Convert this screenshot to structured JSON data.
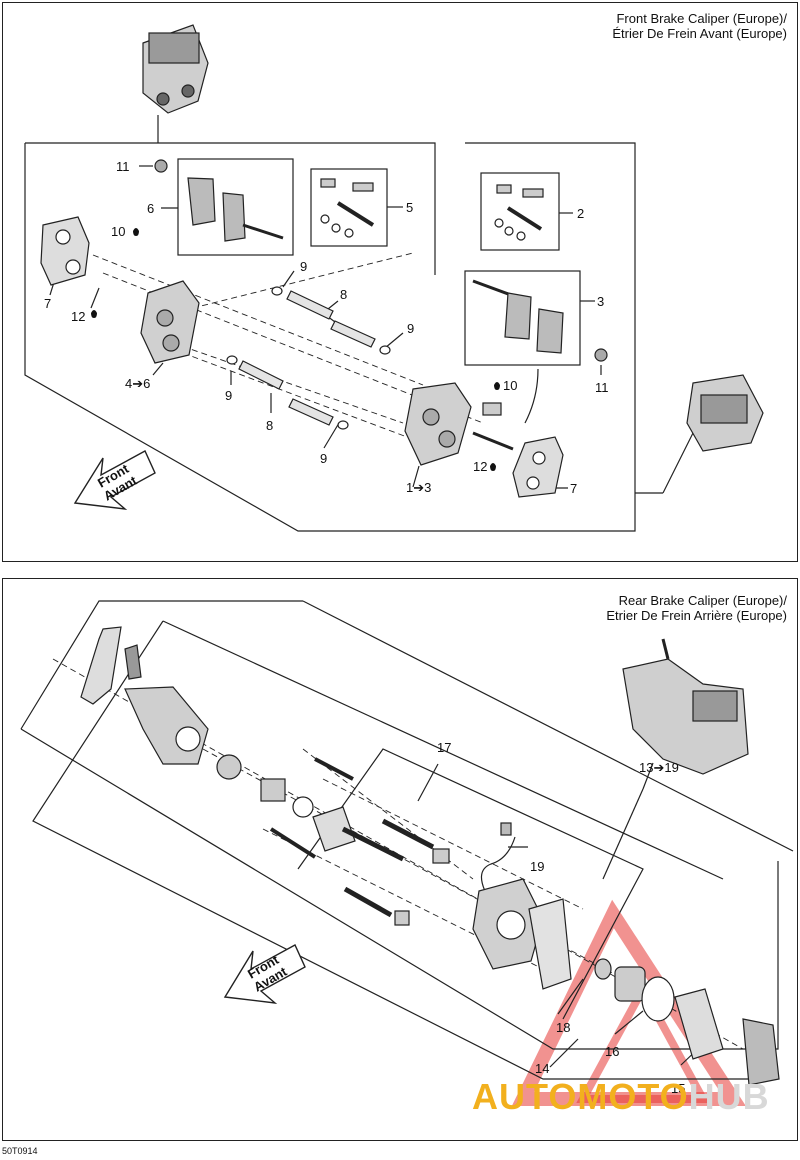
{
  "front": {
    "title_line1": "Front Brake Caliper (Europe)/",
    "title_line2": "Étrier De Frein Avant (Europe)",
    "arrow_line1": "Front",
    "arrow_line2": "Avant",
    "labels": {
      "l11a": "11",
      "l6a": "6",
      "l5": "5",
      "l2": "2",
      "l10a": "10",
      "l7a": "7",
      "l12a": "12",
      "l9a": "9",
      "l8a": "8",
      "l9b": "9",
      "l3": "3",
      "l11b": "11",
      "l4to6": "4➔6",
      "l9c": "9",
      "l8b": "8",
      "l9d": "9",
      "l10b": "10",
      "l12b": "12",
      "l1to3": "1➔3",
      "l7b": "7"
    }
  },
  "rear": {
    "title_line1": "Rear Brake Caliper (Europe)/",
    "title_line2": "Etrier De Frein Arrière (Europe)",
    "arrow_line1": "Front",
    "arrow_line2": "Avant",
    "labels": {
      "l17": "17",
      "l13to19": "13➔19",
      "l19": "19",
      "l18": "18",
      "l16": "16",
      "l14": "14",
      "l15": "15"
    }
  },
  "drawing_code": "50T0914",
  "watermark": {
    "part1": "AUTOMOTO",
    "part2": "HUB"
  },
  "colors": {
    "watermark_red": "#e53935",
    "watermark_yellow": "#f2b01e",
    "watermark_grey": "#d8d8d8"
  }
}
